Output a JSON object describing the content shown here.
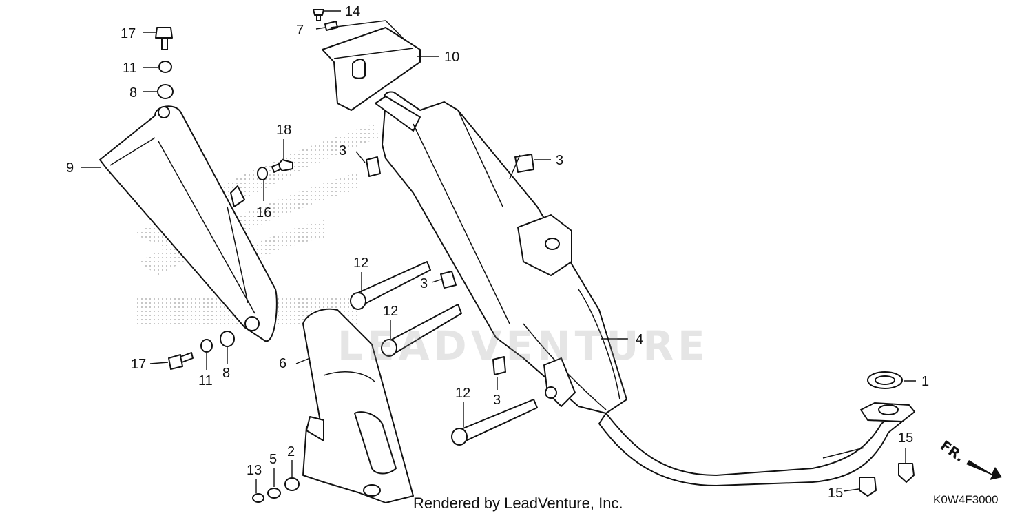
{
  "diagram": {
    "callouts": [
      "1",
      "2",
      "3",
      "3",
      "3",
      "3",
      "4",
      "5",
      "6",
      "7",
      "8",
      "8",
      "9",
      "10",
      "11",
      "11",
      "12",
      "12",
      "12",
      "13",
      "14",
      "15",
      "15",
      "16",
      "17",
      "17",
      "18"
    ]
  },
  "footer": {
    "rendered_by": "Rendered by LeadVenture, Inc.",
    "drawing_code": "K0W4F3000",
    "watermark": "LEADVENTURE"
  },
  "front_indicator": {
    "label": "FR."
  },
  "icons": {
    "front_arrow": "arrow-down-right-icon"
  }
}
